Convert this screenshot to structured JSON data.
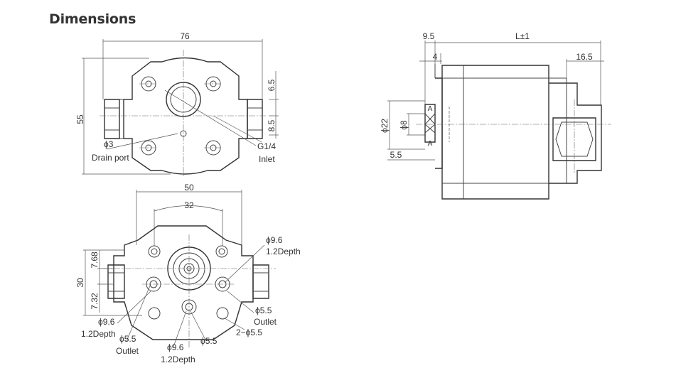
{
  "title": "Dimensions",
  "front_view": {
    "width": "76",
    "height": "55",
    "right_top": "6.5",
    "right_bottom": "8.5",
    "drain_dia": "ϕ3",
    "drain_label": "Drain port",
    "inlet_thread": "G1/4",
    "inlet_label": "Inlet"
  },
  "bottom_view": {
    "width": "50",
    "bolt_spacing": "32",
    "left_top": "7.68",
    "left_bottom": "7.32",
    "height": "30",
    "top_right_dia": "ϕ9.6",
    "top_right_depth": "1.2Depth",
    "right_outlet_dia": "ϕ5.5",
    "right_outlet_label": "Outlet",
    "mount_holes": "2−ϕ5.5",
    "left_dia": "ϕ9.6",
    "left_depth": "1.2Depth",
    "left_outlet_dia": "ϕ5.5",
    "left_outlet_label": "Outlet",
    "center_dia": "ϕ9.6",
    "center_outlet_dia": "ϕ5.5",
    "center_depth": "1.2Depth"
  },
  "side_view": {
    "flange_len": "9.5",
    "length": "L±1",
    "shaft_len": "4",
    "end_len": "16.5",
    "body_dia": "ϕ22",
    "shaft_dia": "ϕ8",
    "flat": "5.5",
    "section_mark": "A"
  }
}
